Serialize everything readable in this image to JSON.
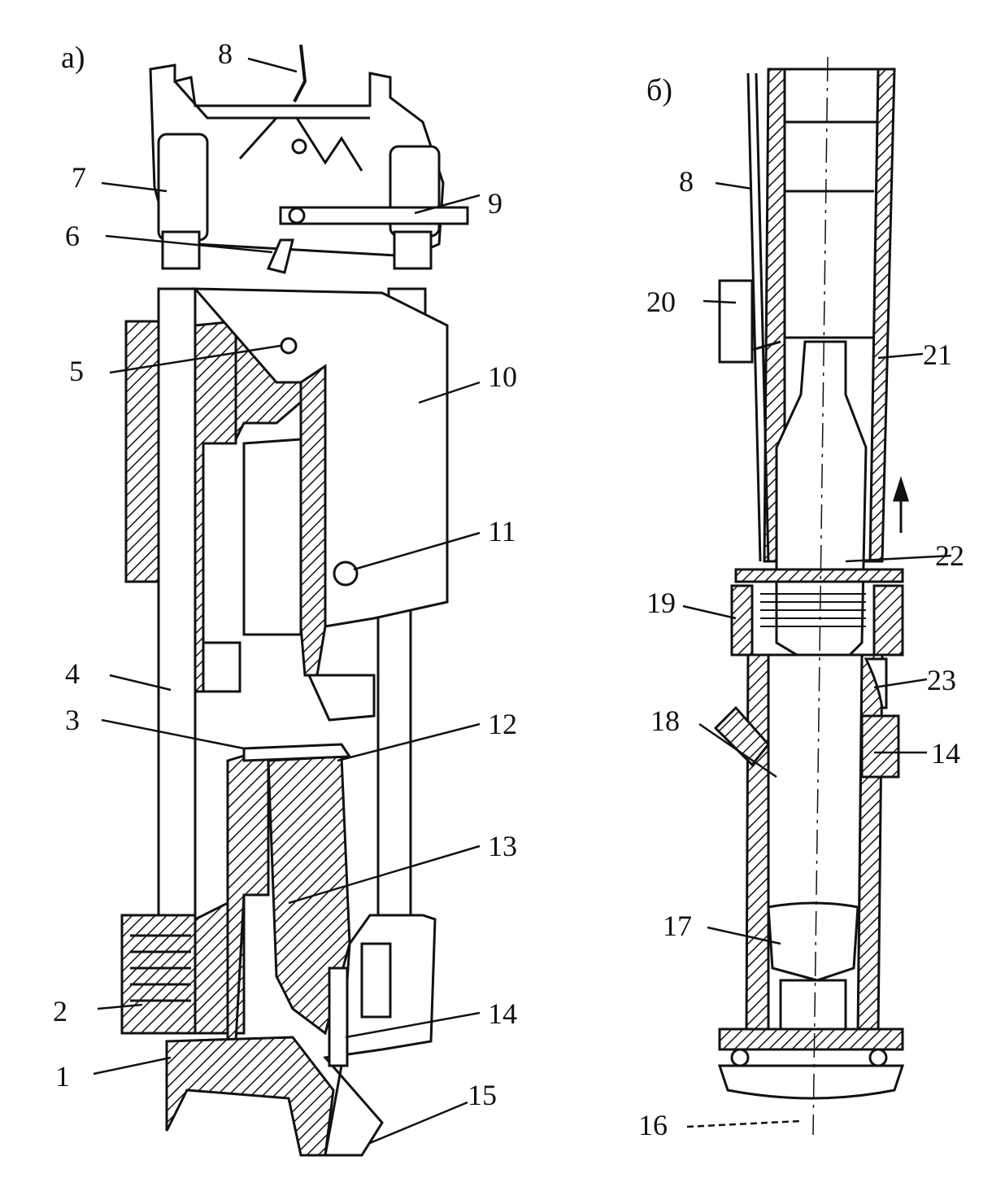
{
  "figure": {
    "subfigures": [
      {
        "id": "a",
        "label": "а)"
      },
      {
        "id": "b",
        "label": "б)"
      }
    ],
    "callouts_a": [
      "8",
      "7",
      "9",
      "6",
      "5",
      "10",
      "11",
      "4",
      "3",
      "12",
      "13",
      "2",
      "14",
      "1",
      "15"
    ],
    "callouts_b": [
      "8",
      "20",
      "21",
      "22",
      "19",
      "23",
      "18",
      "14",
      "17",
      "16"
    ]
  }
}
